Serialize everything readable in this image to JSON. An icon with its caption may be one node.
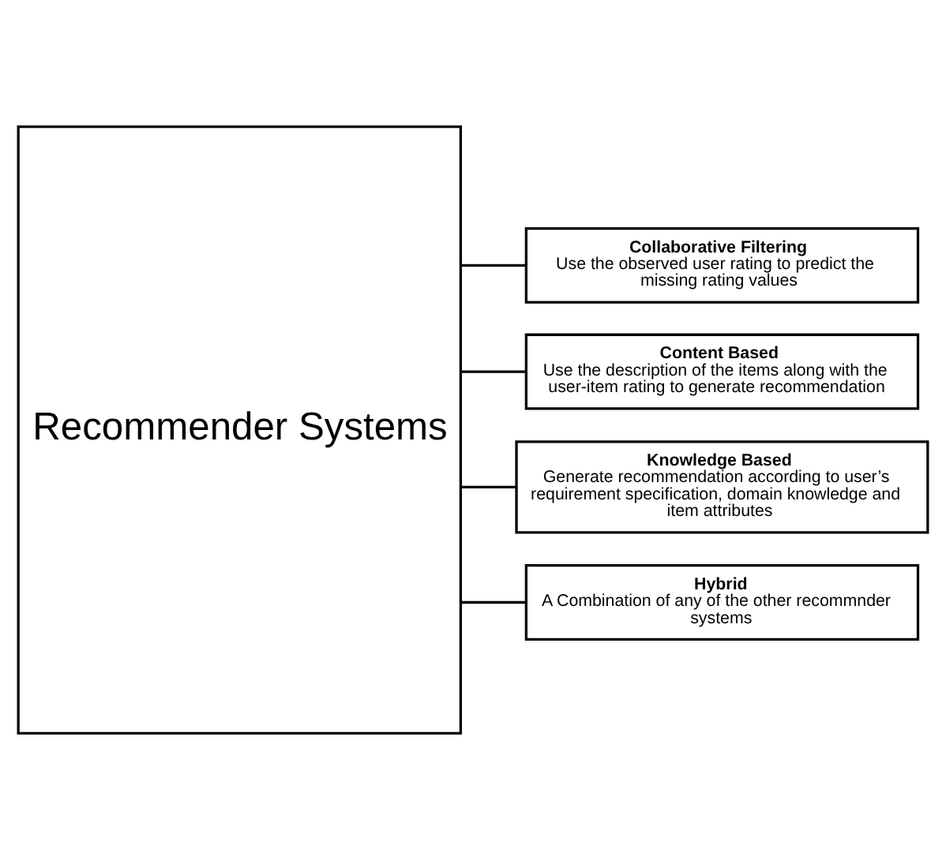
{
  "diagram": {
    "nodes": [
      {
        "text": [
          "Recommender Systems"
        ]
      },
      {
        "text": [
          "Collaborative Filtering",
          "Use the observed user rating to predict the missing rating values"
        ]
      },
      {
        "text": [
          "Content Based",
          "Use the description of the items along with the user-item rating to generate recommendation"
        ]
      },
      {
        "text": [
          "Knowledge Based",
          "Generate recommendation according to user’s requirement specification, domain knowledge and item attributes"
        ]
      },
      {
        "text": [
          "Hybrid",
          "A Combination of any of the other recommnder systems"
        ]
      }
    ],
    "edges": [
      {
        "from": 0,
        "to": 1,
        "arrow": "none"
      },
      {
        "from": 0,
        "to": 2,
        "arrow": "none"
      },
      {
        "from": 0,
        "to": 3,
        "arrow": "none"
      },
      {
        "from": 0,
        "to": 4,
        "arrow": "none"
      }
    ]
  }
}
